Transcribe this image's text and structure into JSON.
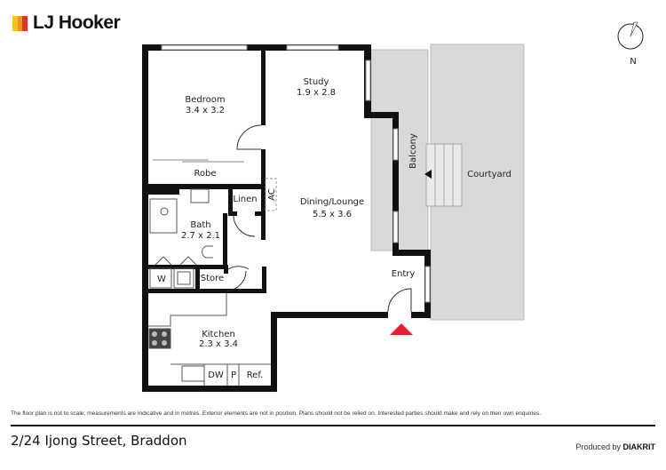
{
  "brand": {
    "name": "LJ Hooker",
    "colors": [
      "#f9c31f",
      "#f39022",
      "#e4322b"
    ]
  },
  "compass": {
    "icon": "north-arrow-icon",
    "label": "N"
  },
  "rooms": {
    "bedroom": {
      "name": "Bedroom",
      "size": "3.4 x 3.2"
    },
    "study": {
      "name": "Study",
      "size": "1.9 x 2.8"
    },
    "robe": {
      "name": "Robe"
    },
    "linen": {
      "name": "Linen"
    },
    "ac": {
      "name": "AC"
    },
    "bath": {
      "name": "Bath",
      "size": "2.7 x 2.1"
    },
    "dining": {
      "name": "Dining/Lounge",
      "size": "5.5 x 3.6"
    },
    "balcony": {
      "name": "Balcony"
    },
    "courtyard": {
      "name": "Courtyard"
    },
    "entry": {
      "name": "Entry"
    },
    "w": {
      "name": "W"
    },
    "store": {
      "name": "Store"
    },
    "kitchen": {
      "name": "Kitchen",
      "size": "2.3 x 3.4"
    },
    "dw": {
      "name": "DW"
    },
    "p": {
      "name": "P"
    },
    "ref": {
      "name": "Ref."
    }
  },
  "colors": {
    "wall": "#111111",
    "exterior": "#d9d9d9",
    "entry_marker": "#e4202e"
  },
  "footer": {
    "disclaimer": "The floor plan is not to scale; measurements are indicative and in metres. Exterior elements are not in position. Plans should not be relied on. Interested parties should make and rely on their own enquiries.",
    "address": "2/24 Ijong Street, Braddon",
    "produced_by": "Produced by",
    "producer": "DIAKRIT"
  }
}
